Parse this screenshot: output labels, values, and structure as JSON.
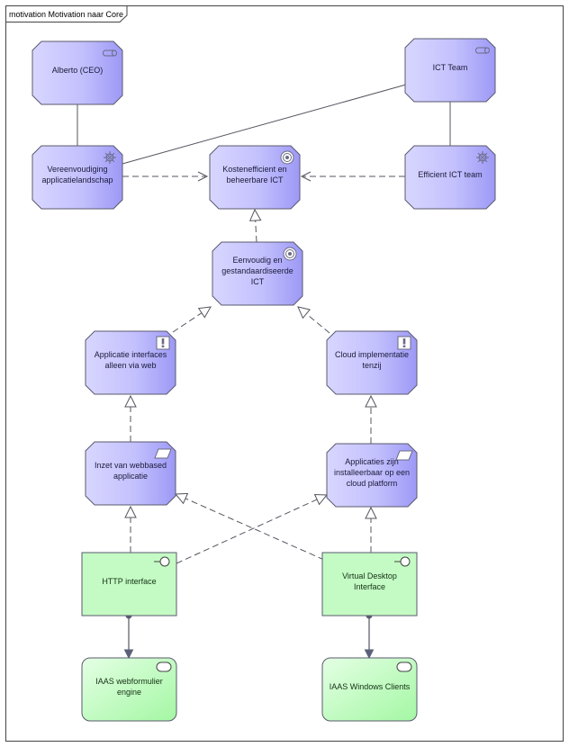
{
  "frame": {
    "title": "motivation Motivation naar Core"
  },
  "nodes": [
    {
      "id": "alberto",
      "kind": "stakeholder",
      "lines": [
        "Alberto (CEO)"
      ],
      "icon": "stakeholder-icon"
    },
    {
      "id": "ict_team",
      "kind": "stakeholder",
      "lines": [
        "ICT Team"
      ],
      "icon": "stakeholder-icon"
    },
    {
      "id": "vereenvoudiging",
      "kind": "driver",
      "lines": [
        "Vereenvoudiging",
        "applicatielandschap"
      ],
      "icon": "driver-icon"
    },
    {
      "id": "kostenefficient",
      "kind": "goal",
      "lines": [
        "Kostenefficient en",
        "beheerbare ICT"
      ],
      "icon": "goal-icon"
    },
    {
      "id": "efficient_ict",
      "kind": "driver",
      "lines": [
        "Efficient ICT team"
      ],
      "icon": "driver-icon"
    },
    {
      "id": "eenvoudig",
      "kind": "goal",
      "lines": [
        "Eenvoudig en",
        "gestandaardiseerde",
        "ICT"
      ],
      "icon": "goal-icon"
    },
    {
      "id": "applicatie_interfaces",
      "kind": "principle",
      "lines": [
        "Applicatie interfaces",
        "alleen via web"
      ],
      "icon": "principle-icon"
    },
    {
      "id": "cloud_implementatie",
      "kind": "principle",
      "lines": [
        "Cloud implementatie",
        "tenzij"
      ],
      "icon": "principle-icon"
    },
    {
      "id": "inzet_webbased",
      "kind": "requirement",
      "lines": [
        "Inzet van webbased",
        "applicatie"
      ],
      "icon": "requirement-icon"
    },
    {
      "id": "applicaties_cloud",
      "kind": "requirement",
      "lines": [
        "Applicaties zijn",
        "installeerbaar op een",
        "cloud platform"
      ],
      "icon": "requirement-icon"
    },
    {
      "id": "http_interface",
      "kind": "interface",
      "lines": [
        "HTTP interface"
      ],
      "icon": "interface-icon"
    },
    {
      "id": "virtual_desktop",
      "kind": "interface",
      "lines": [
        "Virtual Desktop",
        "Interface"
      ],
      "icon": "interface-icon"
    },
    {
      "id": "iaas_webformulier",
      "kind": "component",
      "lines": [
        "IAAS webformulier",
        "engine"
      ],
      "icon": "component-icon"
    },
    {
      "id": "iaas_windows",
      "kind": "component",
      "lines": [
        "IAAS Windows Clients"
      ],
      "icon": "component-icon"
    }
  ],
  "edges": [
    {
      "from": "alberto",
      "to": "vereenvoudiging",
      "type": "association"
    },
    {
      "from": "ict_team",
      "to": "efficient_ict",
      "type": "association"
    },
    {
      "from": "ict_team",
      "to": "vereenvoudiging",
      "type": "association"
    },
    {
      "from": "vereenvoudiging",
      "to": "kostenefficient",
      "type": "influence"
    },
    {
      "from": "efficient_ict",
      "to": "kostenefficient",
      "type": "influence"
    },
    {
      "from": "eenvoudig",
      "to": "kostenefficient",
      "type": "realization"
    },
    {
      "from": "applicatie_interfaces",
      "to": "eenvoudig",
      "type": "realization"
    },
    {
      "from": "cloud_implementatie",
      "to": "eenvoudig",
      "type": "realization"
    },
    {
      "from": "inzet_webbased",
      "to": "applicatie_interfaces",
      "type": "realization"
    },
    {
      "from": "applicaties_cloud",
      "to": "cloud_implementatie",
      "type": "realization"
    },
    {
      "from": "http_interface",
      "to": "inzet_webbased",
      "type": "realization"
    },
    {
      "from": "http_interface",
      "to": "applicaties_cloud",
      "type": "realization"
    },
    {
      "from": "virtual_desktop",
      "to": "applicaties_cloud",
      "type": "realization"
    },
    {
      "from": "virtual_desktop",
      "to": "inzet_webbased",
      "type": "realization"
    },
    {
      "from": "http_interface",
      "to": "iaas_webformulier",
      "type": "assignment"
    },
    {
      "from": "virtual_desktop",
      "to": "iaas_windows",
      "type": "assignment"
    }
  ],
  "colors": {
    "motivation_light": "#d6d4ff",
    "motivation_dark": "#9c98f6",
    "interface_fill": "#c4fbc4",
    "component_light": "#dcffdc",
    "component_dark": "#9ef59e",
    "border": "#5a5a6e",
    "icon": "#6a6a84",
    "connector": "#555560"
  }
}
